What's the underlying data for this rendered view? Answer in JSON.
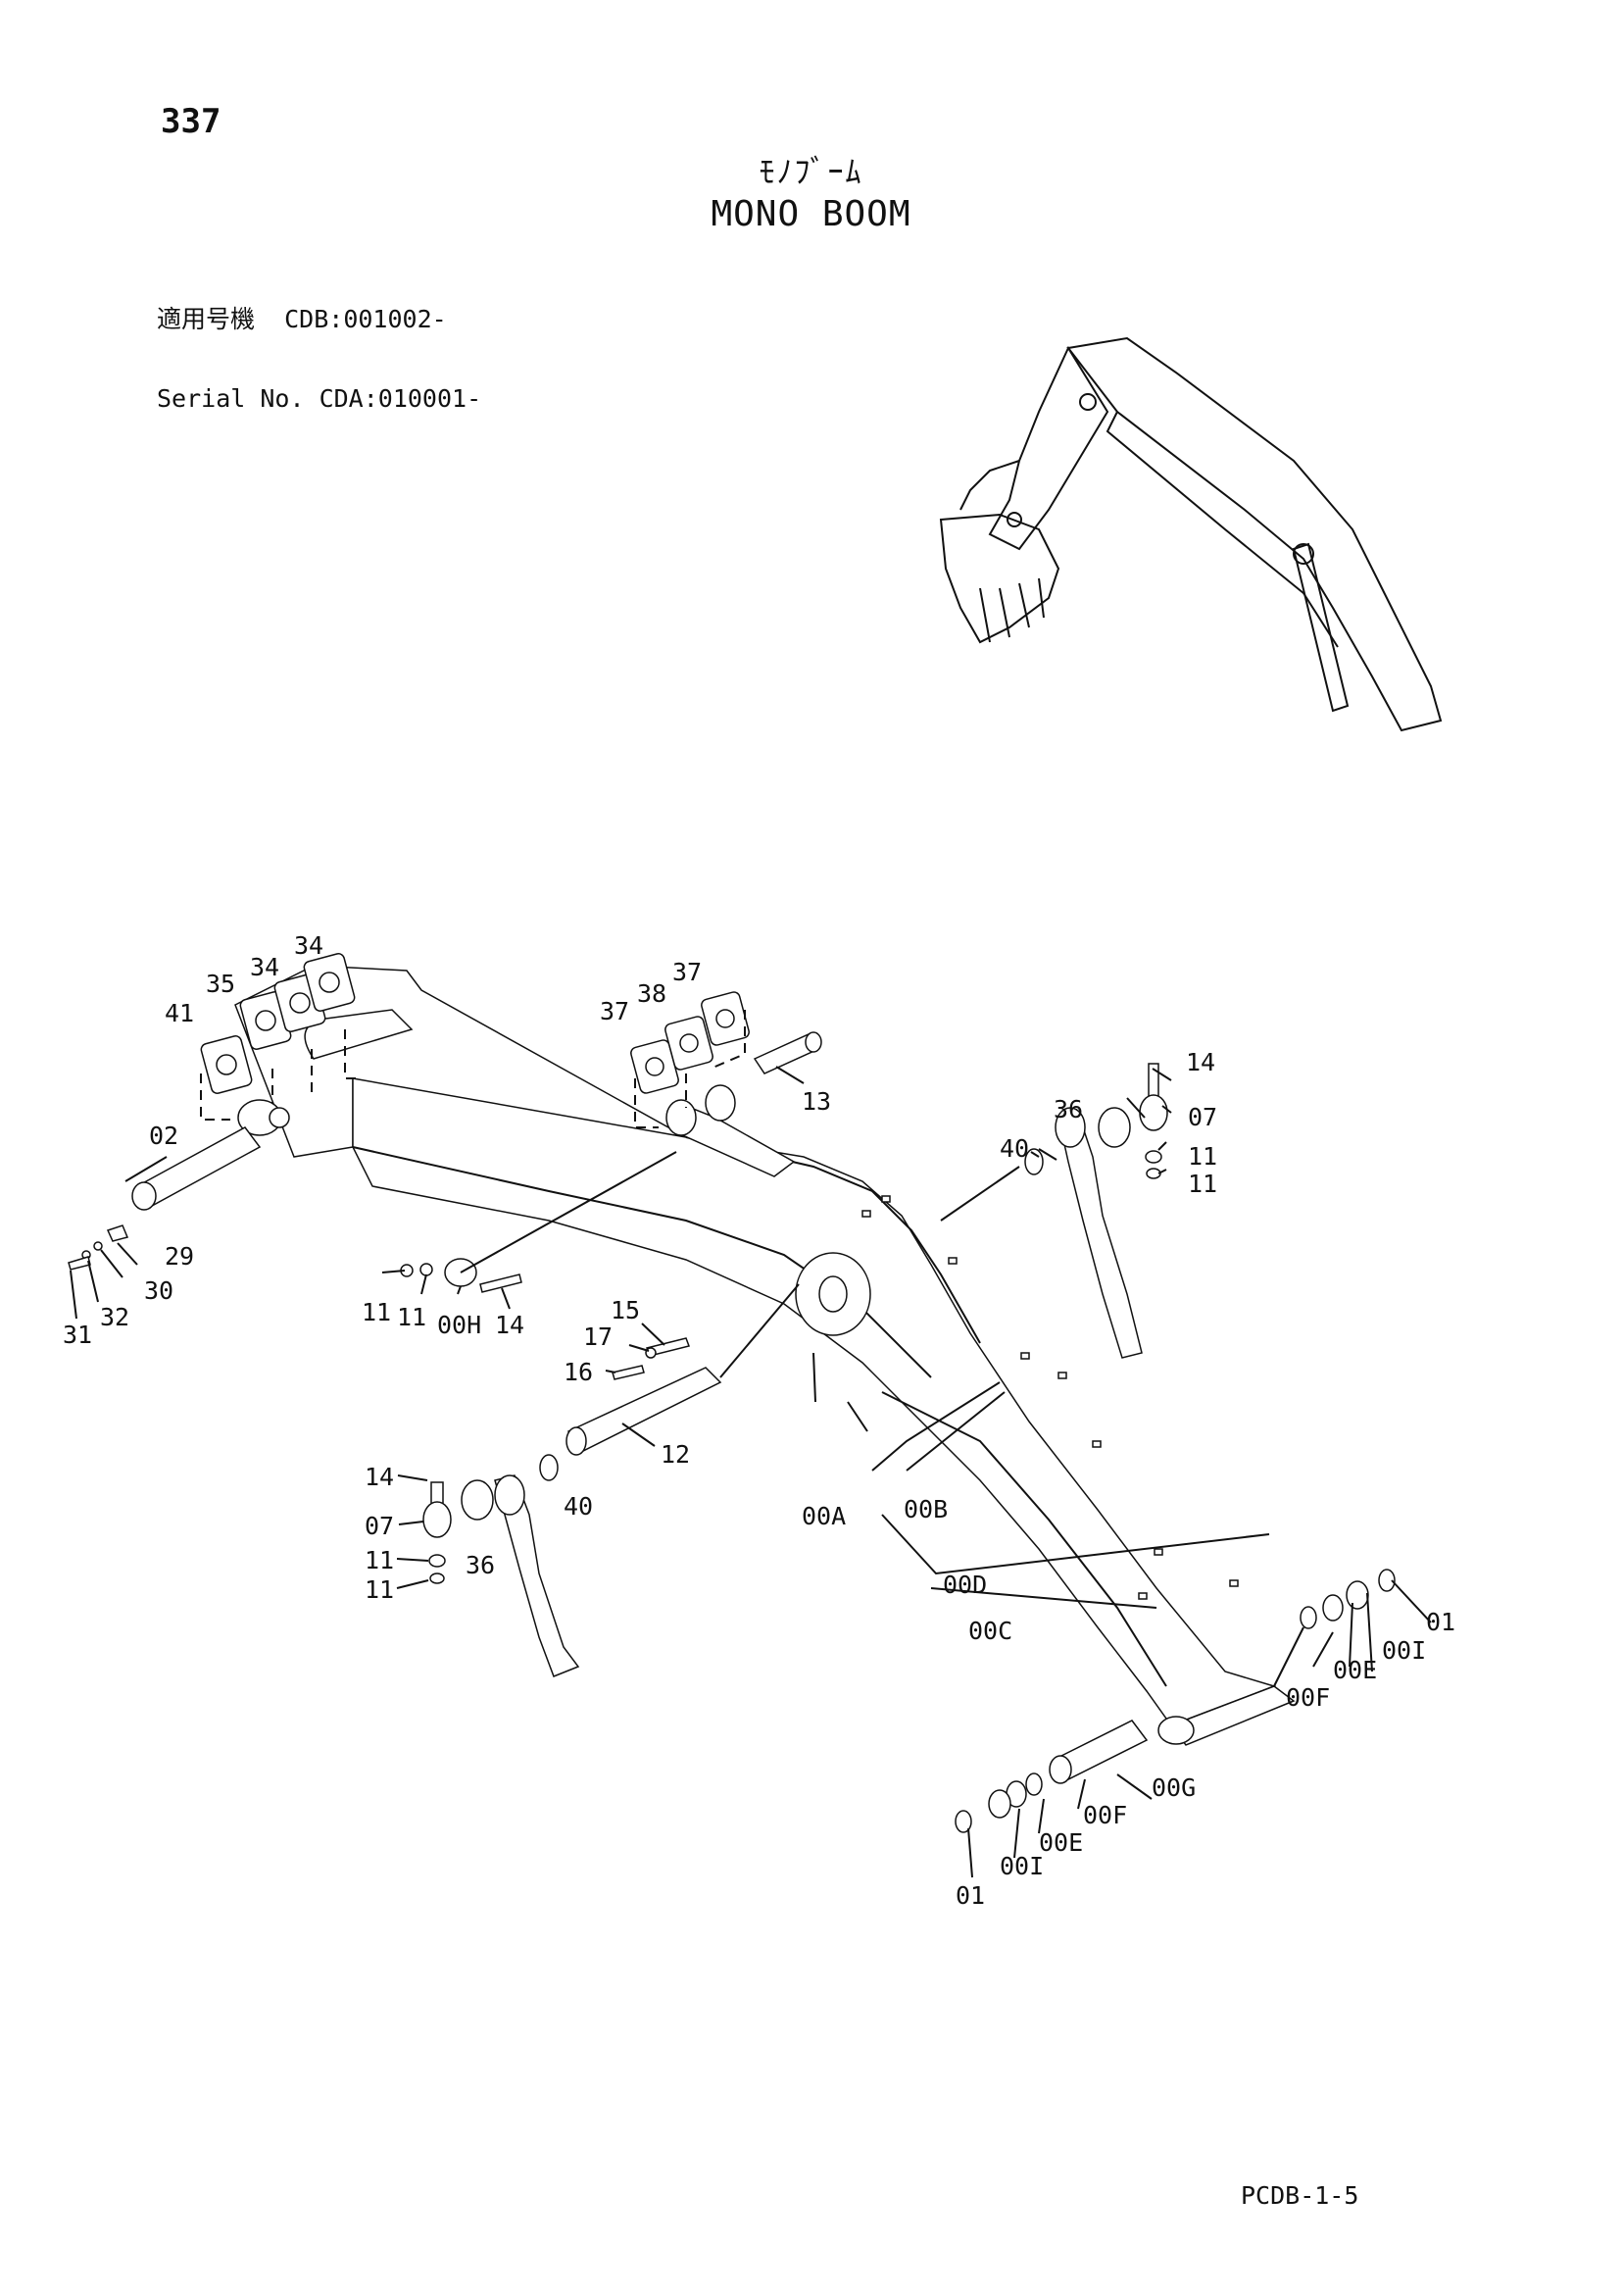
{
  "header": {
    "page_number": "337",
    "title_jp": "ﾓﾉﾌﾞｰﾑ",
    "title_en": "MONO BOOM",
    "serial_line1_label": "適用号機",
    "serial_line1_value": "CDB:001002-",
    "serial_line2_label": "Serial No.",
    "serial_line2_value": "CDA:010001-"
  },
  "footer": {
    "code": "PCDB-1-5"
  },
  "callouts": {
    "c41": "41",
    "c35": "35",
    "c34a": "34",
    "c34b": "34",
    "c02": "02",
    "c29": "29",
    "c30": "30",
    "c32": "32",
    "c31": "31",
    "c37a": "37",
    "c38": "38",
    "c37b": "37",
    "c13": "13",
    "c11a": "11",
    "c11b": "11",
    "c00H": "00H",
    "c14a": "14",
    "c15": "15",
    "c17": "17",
    "c16": "16",
    "c12": "12",
    "c14b": "14",
    "c07a": "07",
    "c11c": "11",
    "c11d": "11",
    "c36a": "36",
    "c40a": "40",
    "c00A": "00A",
    "c00B": "00B",
    "c00D": "00D",
    "c00C": "00C",
    "c40b": "40",
    "c36b": "36",
    "c14c": "14",
    "c07b": "07",
    "c11e": "11",
    "c11f": "11",
    "c01a": "01",
    "c00Ia": "00I",
    "c00Ea": "00E",
    "c00Fa": "00F",
    "c00G": "00G",
    "c00Fb": "00F",
    "c00Eb": "00E",
    "c00Ib": "00I",
    "c01b": "01"
  }
}
